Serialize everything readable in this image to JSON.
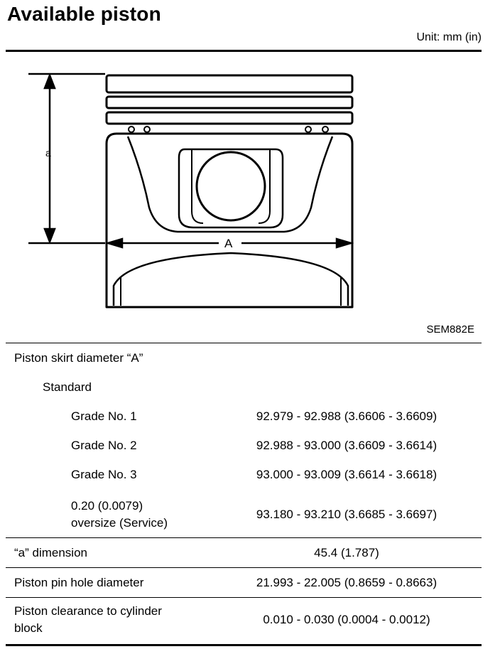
{
  "header": {
    "title": "Available piston",
    "unit": "Unit: mm (in)"
  },
  "figure": {
    "dim_a_label": "a",
    "dim_A_label": "A",
    "code": "SEM882E"
  },
  "table": {
    "section_label": "Piston skirt diameter “A”",
    "sub_label": "Standard",
    "grades": [
      {
        "label": "Grade No. 1",
        "value": "92.979 - 92.988 (3.6606 - 3.6609)"
      },
      {
        "label": "Grade No. 2",
        "value": "92.988 - 93.000 (3.6609 - 3.6614)"
      },
      {
        "label": "Grade No. 3",
        "value": "93.000 - 93.009 (3.6614 - 3.6618)"
      }
    ],
    "oversize": {
      "label_line1": "0.20 (0.0079)",
      "label_line2": "oversize (Service)",
      "value": "93.180 - 93.210 (3.6685 - 3.6697)"
    },
    "a_dimension": {
      "label": "“a” dimension",
      "value": "45.4 (1.787)"
    },
    "pin_hole": {
      "label": "Piston pin hole diameter",
      "value": "21.993 - 22.005 (0.8659 - 0.8663)"
    },
    "clearance": {
      "label_line1": "Piston clearance to cylinder",
      "label_line2": "block",
      "value": "0.010 - 0.030 (0.0004 - 0.0012)"
    }
  }
}
